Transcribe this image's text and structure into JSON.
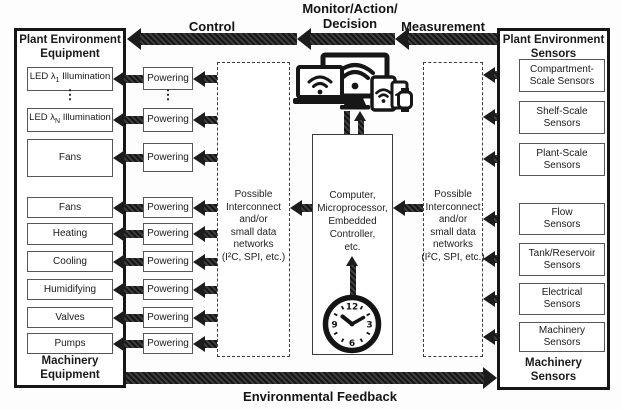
{
  "labels": {
    "monitor_action_decision": "Monitor/Action/\nDecision",
    "control": "Control",
    "measurement": "Measurement",
    "environmental_feedback": "Environmental Feedback"
  },
  "equipment_panel": {
    "title": "Plant Environment\nEquipment",
    "footer": "Machinery\nEquipment",
    "led_rows": [
      {
        "prefix": "LED λ",
        "sub": "1",
        "suffix": " Illumination"
      },
      {
        "prefix": "LED λ",
        "sub": "N",
        "suffix": " Illumination"
      }
    ],
    "items": [
      "Fans",
      "Fans",
      "Heating",
      "Cooling",
      "Humidifying",
      "Valves",
      "Pumps"
    ]
  },
  "powering": {
    "label": "Powering"
  },
  "misc": {
    "vertical_dots": "⋮"
  },
  "interconnect": {
    "text": "Possible\nInterconnect\nand/or\nsmall data\nnetworks\n(I²C, SPI, etc.)"
  },
  "computer": {
    "text": "Computer,\nMicroprocessor,\nEmbedded\nController,\netc."
  },
  "clock": {
    "numerals": [
      "12",
      "3",
      "6",
      "9"
    ]
  },
  "sensors_panel": {
    "title": "Plant Environment\nSensors",
    "footer": "Machinery\nSensors",
    "items": [
      "Compartment-\nScale Sensors",
      "Shelf-Scale\nSensors",
      "Plant-Scale\nSensors",
      "Flow\nSensors",
      "Tank/Reservoir\nSensors",
      "Electrical\nSensors",
      "Machinery\nSensors"
    ]
  },
  "colors": {
    "arrow": "#1c1c1c",
    "outer_border": "#161616",
    "inner_border": "#575757",
    "background": "#fdfdfd"
  }
}
